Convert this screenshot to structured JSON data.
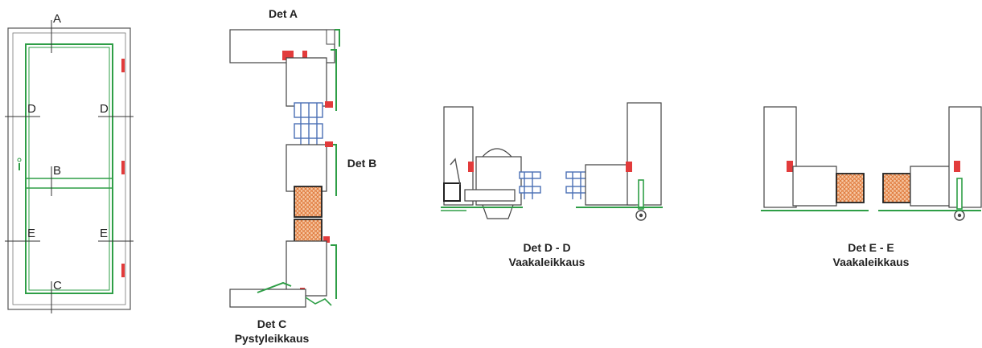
{
  "door_elevation": {
    "section_markers": [
      "A",
      "D",
      "D",
      "B",
      "E",
      "E",
      "C"
    ]
  },
  "details": {
    "det_a": {
      "title": "Det A"
    },
    "det_b": {
      "title": "Det B"
    },
    "det_c": {
      "title": "Det C",
      "subtitle": "Pystyleikkaus"
    },
    "det_dd": {
      "title": "Det D - D",
      "subtitle": "Vaakaleikkaus"
    },
    "det_ee": {
      "title": "Det E - E",
      "subtitle": "Vaakaleikkaus"
    }
  },
  "colors": {
    "line": "#444444",
    "frame_green": "#2e9e46",
    "seal_red": "#e23b3b",
    "glass_blue": "#4a6fb5",
    "insulation": "#e07a3c"
  }
}
